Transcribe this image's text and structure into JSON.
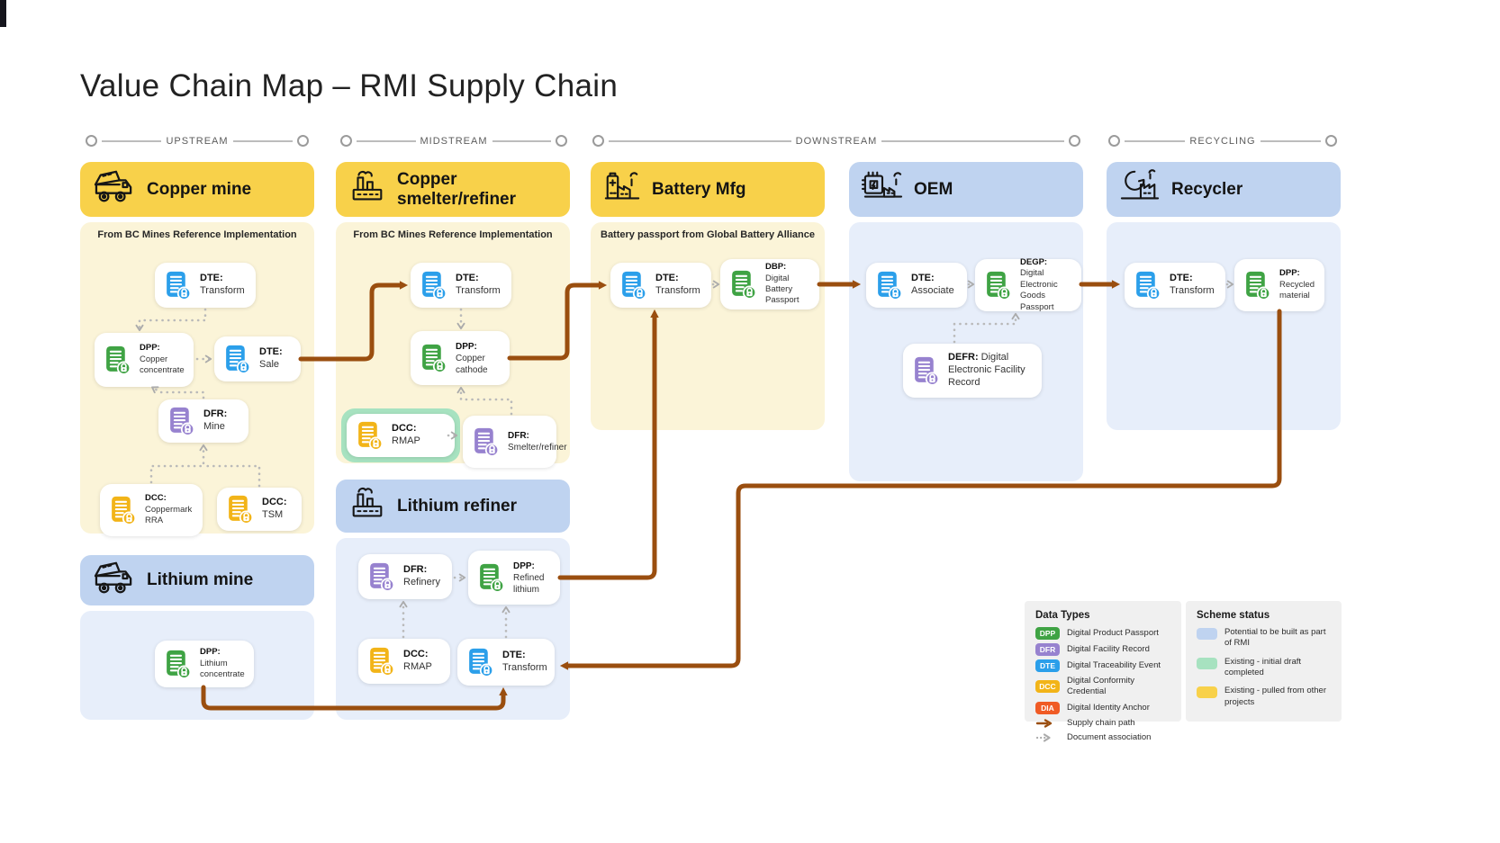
{
  "title": "Value Chain Map – RMI Supply Chain",
  "stages": [
    "UPSTREAM",
    "MIDSTREAM",
    "DOWNSTREAM",
    "RECYCLING"
  ],
  "columns": {
    "copper_mine": {
      "title": "Copper mine",
      "note": "From BC Mines Reference Implementation",
      "cards": {
        "dte_transform": {
          "code": "DTE:",
          "label": "Transform"
        },
        "dpp_concentrate": {
          "code": "DPP:",
          "label": "Copper concentrate"
        },
        "dte_sale": {
          "code": "DTE:",
          "label": "Sale"
        },
        "dfr_mine": {
          "code": "DFR:",
          "label": "Mine"
        },
        "dcc_coppermark": {
          "code": "DCC:",
          "label": "Coppermark RRA"
        },
        "dcc_tsm": {
          "code": "DCC:",
          "label": "TSM"
        }
      }
    },
    "copper_smelter": {
      "title": "Copper smelter/refiner",
      "note": "From BC Mines Reference Implementation",
      "cards": {
        "dte_transform": {
          "code": "DTE:",
          "label": "Transform"
        },
        "dpp_cathode": {
          "code": "DPP:",
          "label": "Copper cathode"
        },
        "dcc_rmap": {
          "code": "DCC:",
          "label": "RMAP"
        },
        "dfr_smelter": {
          "code": "DFR:",
          "label": "Smelter/refiner"
        }
      }
    },
    "battery_mfg": {
      "title": "Battery Mfg",
      "note": "Battery passport from Global Battery Alliance",
      "cards": {
        "dte_transform": {
          "code": "DTE:",
          "label": "Transform"
        },
        "dbp": {
          "code": "DBP:",
          "label": "Digital Battery Passport"
        }
      }
    },
    "oem": {
      "title": "OEM",
      "cards": {
        "dte_associate": {
          "code": "DTE:",
          "label": "Associate"
        },
        "degp": {
          "code": "DEGP:",
          "label": "Digital Electronic Goods Passport"
        },
        "defr": {
          "code": "DEFR:",
          "label": "Digital Electronic Facility Record"
        }
      }
    },
    "recycler": {
      "title": "Recycler",
      "cards": {
        "dte_transform": {
          "code": "DTE:",
          "label": "Transform"
        },
        "dpp_recycled": {
          "code": "DPP:",
          "label": "Recycled material"
        }
      }
    },
    "lithium_mine": {
      "title": "Lithium mine",
      "cards": {
        "dpp_concentrate": {
          "code": "DPP:",
          "label": "Lithium concentrate"
        }
      }
    },
    "lithium_refiner": {
      "title": "Lithium refiner",
      "cards": {
        "dfr_refinery": {
          "code": "DFR:",
          "label": "Refinery"
        },
        "dpp_refined": {
          "code": "DPP:",
          "label": "Refined lithium"
        },
        "dcc_rmap": {
          "code": "DCC:",
          "label": "RMAP"
        },
        "dte_transform": {
          "code": "DTE:",
          "label": "Transform"
        }
      }
    }
  },
  "legend": {
    "data_types": {
      "title": "Data Types",
      "items": [
        {
          "badge": "DPP",
          "label": "Digital Product Passport"
        },
        {
          "badge": "DFR",
          "label": "Digital Facility Record"
        },
        {
          "badge": "DTE",
          "label": "Digital Traceability Event"
        },
        {
          "badge": "DCC",
          "label": "Digital Conformity Credential"
        },
        {
          "badge": "DIA",
          "label": "Digital Identity Anchor"
        }
      ],
      "paths": [
        {
          "label": "Supply chain path"
        },
        {
          "label": "Document association"
        }
      ]
    },
    "scheme_status": {
      "title": "Scheme status",
      "items": [
        {
          "label": "Potential to be built as part of RMI"
        },
        {
          "label": "Existing - initial draft completed"
        },
        {
          "label": "Existing - pulled from other projects"
        }
      ]
    }
  },
  "colors": {
    "header_yellow": "#F8D14A",
    "body_yellow": "#FBF4D8",
    "header_blue": "#BFD3F0",
    "body_blue": "#E7EEFA",
    "green_container": "#A7E2C0",
    "doc_blue": "#2B9FEA",
    "doc_green": "#3FA344",
    "doc_purple": "#9782CF",
    "doc_yellow": "#F2B418",
    "badge_dia": "#F05B25",
    "supply_path_brown": "#9A4E0F",
    "association_gray": "#ABABAB",
    "legend_bg": "#F0F0F0",
    "scheme_blue": "#BFD3F0",
    "scheme_green": "#A7E2C0",
    "scheme_yellow": "#F8D14A"
  }
}
